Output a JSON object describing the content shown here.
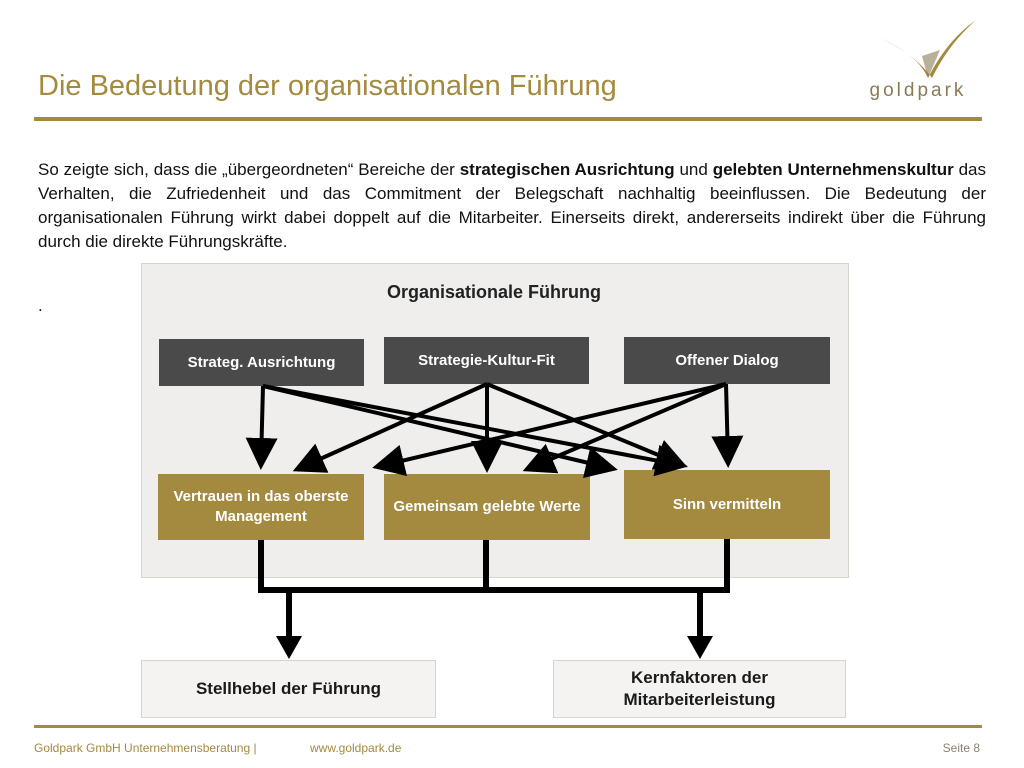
{
  "header": {
    "title": "Die Bedeutung der organisationalen Führung",
    "logo_text": "goldpark"
  },
  "body": {
    "segments": [
      {
        "text": "So zeigte sich, dass die „übergeordneten“ Bereiche der ",
        "bold": false
      },
      {
        "text": "strategischen Ausrichtung",
        "bold": true
      },
      {
        "text": " und ",
        "bold": false
      },
      {
        "text": "gelebten Unternehmenskultur",
        "bold": true
      },
      {
        "text": " das Verhalten, die Zufriedenheit und das Commitment der Belegschaft nachhaltig beeinflussen. Die Bedeutung der organisationalen Führung wirkt dabei doppelt auf die Mitarbeiter. Einerseits direkt, andererseits indirekt über die Führung durch die direkte Führungskräfte.",
        "bold": false
      }
    ],
    "trailing": "."
  },
  "diagram": {
    "title": "Organisationale Führung",
    "top_boxes": [
      "Strateg. Ausrichtung",
      "Strategie-Kultur-Fit",
      "Offener Dialog"
    ],
    "middle_boxes": [
      "Vertrauen in das oberste Management",
      "Gemeinsam gelebte Werte",
      "Sinn vermitteln"
    ],
    "outputs": [
      "Stellhebel der Führung",
      "Kernfaktoren der Mitarbeiterleistung"
    ],
    "colors": {
      "dark_box": "#4a4a4a",
      "gold_box": "#a48a3f",
      "arrow": "#000000"
    }
  },
  "footer": {
    "company": "Goldpark GmbH Unternehmensberatung |",
    "website": "www.goldpark.de",
    "page": "Seite 8"
  },
  "theme": {
    "accent": "#a48a3f"
  }
}
